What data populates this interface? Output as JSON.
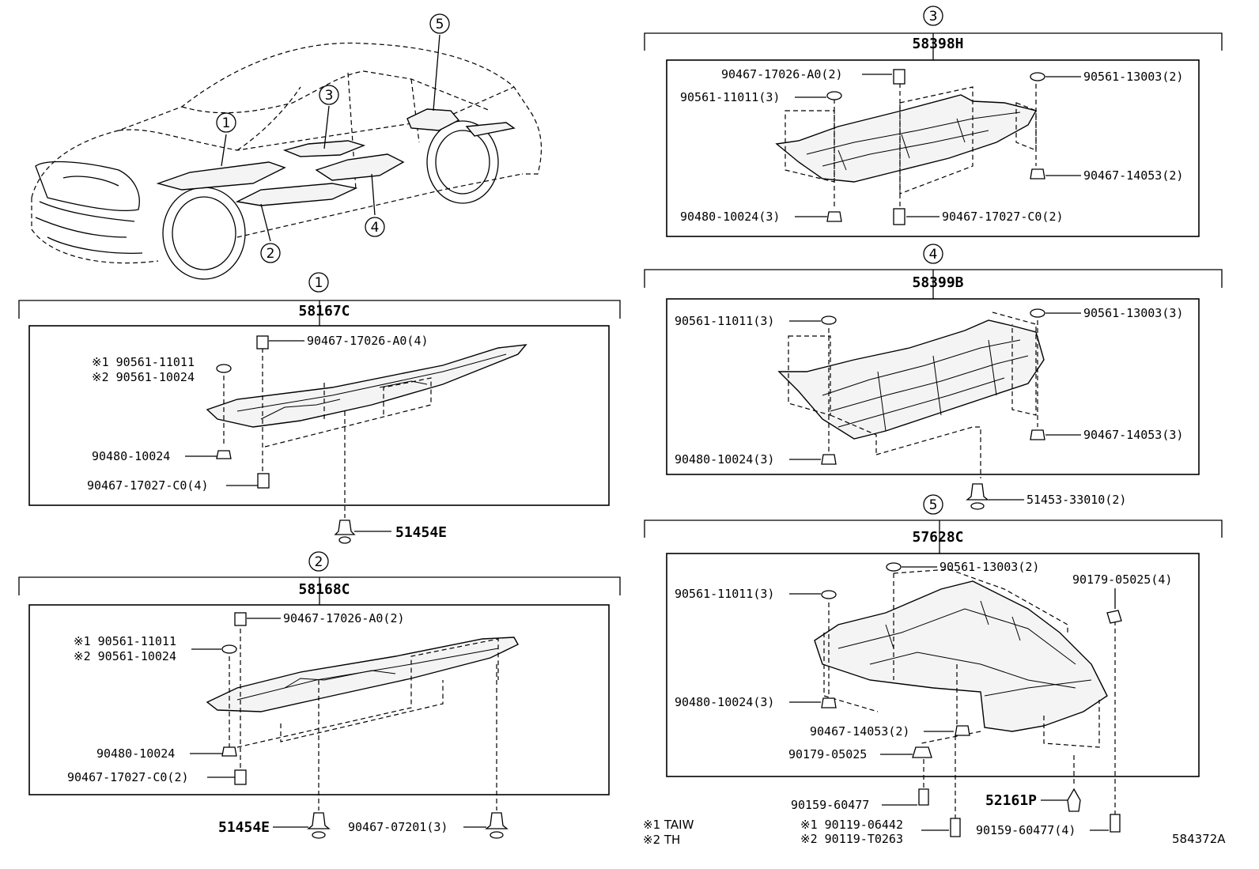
{
  "callouts": [
    "1",
    "2",
    "3",
    "4",
    "5"
  ],
  "groups": {
    "g1": {
      "callout": "1",
      "part": "58167C",
      "labels": {
        "a": "90467-17026-A0(4)",
        "b1": "※1 90561-11011",
        "b2": "※2 90561-10024",
        "c": "90480-10024",
        "d": "90467-17027-C0(4)",
        "e": "51454E"
      }
    },
    "g2": {
      "callout": "2",
      "part": "58168C",
      "labels": {
        "a": "90467-17026-A0(2)",
        "b1": "※1 90561-11011",
        "b2": "※2 90561-10024",
        "c": "90480-10024",
        "d": "90467-17027-C0(2)",
        "e": "51454E",
        "f": "90467-07201(3)"
      }
    },
    "g3": {
      "callout": "3",
      "part": "58398H",
      "labels": {
        "a": "90467-17026-A0(2)",
        "b": "90561-11011(3)",
        "c": "90561-13003(2)",
        "d": "90467-14053(2)",
        "e": "90480-10024(3)",
        "f": "90467-17027-C0(2)"
      }
    },
    "g4": {
      "callout": "4",
      "part": "58399B",
      "labels": {
        "a": "90561-11011(3)",
        "b": "90561-13003(3)",
        "c": "90467-14053(3)",
        "d": "90480-10024(3)",
        "e": "51453-33010(2)"
      }
    },
    "g5": {
      "callout": "5",
      "part": "57628C",
      "labels": {
        "a": "90561-13003(2)",
        "b": "90561-11011(3)",
        "c": "90179-05025(4)",
        "d": "90480-10024(3)",
        "e": "90467-14053(2)",
        "f": "90179-05025",
        "g": "90159-60477",
        "h": "52161P",
        "i1": "※1 90119-06442",
        "i2": "※2 90119-T0263",
        "j": "90159-60477(4)"
      }
    }
  },
  "notes": {
    "n1": "※1 TAIW",
    "n2": "※2 TH"
  },
  "figure_code": "584372A"
}
